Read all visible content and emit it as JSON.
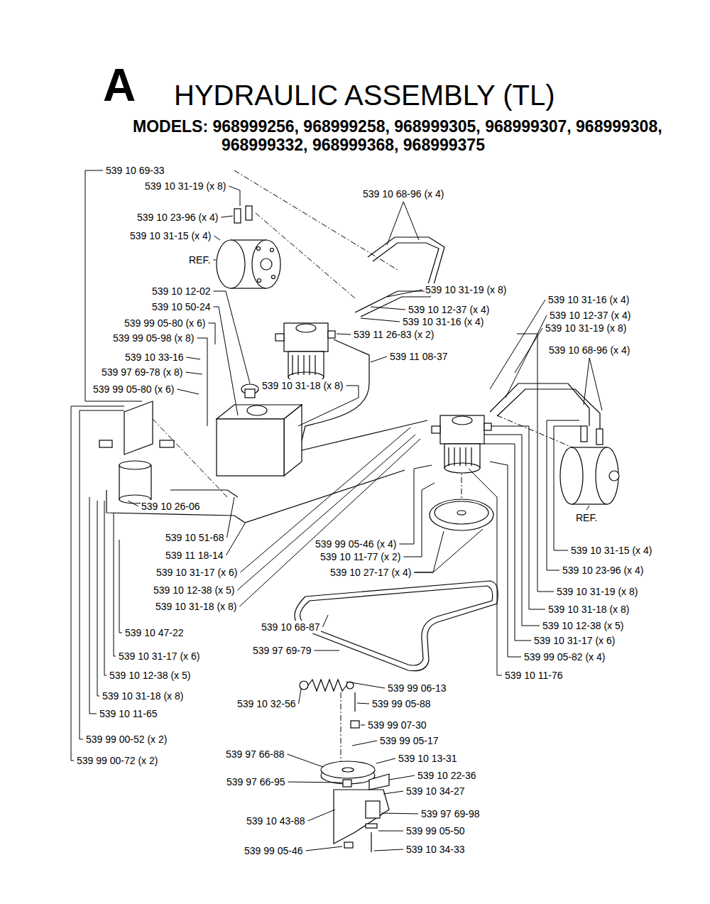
{
  "diagram": {
    "title": "HYDRAULIC ASSEMBLY (TL)",
    "labels": [
      "A",
      "MODELS: 968999256, 968999258, 968999305, 968999307, 968999308, 968999332, 968999368, 968999375",
      "539 10 69-33",
      "539 10 31-19 (x 8)",
      "539 10 23-96 (x 4)",
      "539 10 31-15 (x 4)",
      "REF.",
      "539 10 68-96 (x 4)",
      "539 10 12-02",
      "539 10 50-24",
      "539 10 31-19 (x 8)",
      "539 99 05-80 (x 6)",
      "539 10 12-37 (x 4)",
      "539 10 31-16 (x 4)",
      "539 99 05-98 (x 8)",
      "539 11 26-83 (x 2)",
      "539 11 08-37",
      "539 10 33-16",
      "539 97 69-78 (x 8)",
      "539 10 31-18 (x 8)",
      "539 99 05-80 (x 6)",
      "539 10 31-16 (x 4)",
      "539 10 12-37 (x 4)",
      "539 10 31-19 (x 8)",
      "539 10 68-96 (x 4)",
      "539 10 26-06",
      "539 10 51-68",
      "REF.",
      "539 99 05-46 (x 4)",
      "539 10 31-15 (x 4)",
      "539 11 18-14",
      "539 10 11-77 (x 2)",
      "539 10 23-96 (x 4)",
      "539 10 27-17 (x 4)",
      "539 10 31-17 (x 6)",
      "539 10 12-38 (x 5)",
      "539 10 31-19 (x 8)",
      "539 10 31-18 (x 8)",
      "539 10 31-18 (x 8)",
      "539 10 68-87",
      "539 10 12-38 (x 5)",
      "539 10 47-22",
      "539 10 31-17 (x 6)",
      "539 97 69-79",
      "539 10 31-17 (x 6)",
      "539 99 05-82 (x 4)",
      "539 10 12-38 (x 5)",
      "539 10 11-76",
      "539 99 06-13",
      "539 10 31-18 (x 8)",
      "539 10 32-56",
      "539 99 05-88",
      "539 10 11-65",
      "539 99 07-30",
      "539 99 00-52 (x 2)",
      "539 99 05-17",
      "539 97 66-88",
      "539 10 13-31",
      "539 99 00-72 (x 2)",
      "539 10 22-36",
      "539 97 66-95",
      "539 10 34-27",
      "539 97 69-98",
      "539 10 43-88",
      "539 99 05-50",
      "539 99 05-46",
      "539 10 34-33"
    ]
  }
}
